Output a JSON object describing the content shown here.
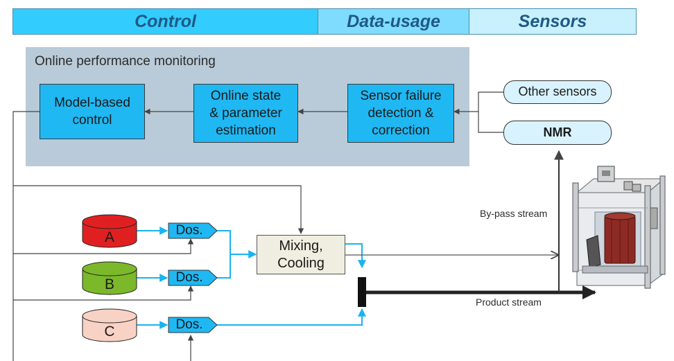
{
  "header": {
    "control": "Control",
    "data_usage": "Data-usage",
    "sensors": "Sensors"
  },
  "panel": {
    "title": "Online performance monitoring"
  },
  "blocks": {
    "model_based_control": "Model-based\ncontrol",
    "state_estimation": "Online state\n& parameter\nestimation",
    "sensor_failure": "Sensor failure\ndetection &\ncorrection"
  },
  "sensors": {
    "other": "Other sensors",
    "nmr": "NMR"
  },
  "feeds": {
    "tank_a": "A",
    "tank_b": "B",
    "tank_c": "C",
    "dosing": "Dos."
  },
  "mixing": "Mixing,\nCooling",
  "streams": {
    "bypass": "By-pass stream",
    "product": "Product stream"
  },
  "colors": {
    "header_control": "#33ccff",
    "header_data": "#7fdcff",
    "header_sensors": "#c8f0fd",
    "panel": "#b9cbd8",
    "block": "#1fb8f3",
    "pill": "#d8f3fd",
    "flow_line": "#18b4f0",
    "tank_a": "#e02020",
    "tank_b": "#7bb82a",
    "tank_c": "#f8d2c5"
  }
}
